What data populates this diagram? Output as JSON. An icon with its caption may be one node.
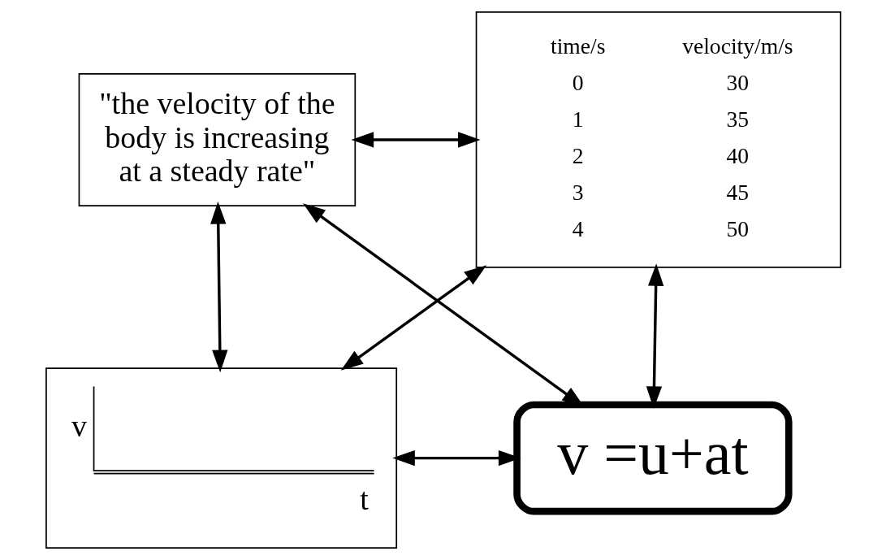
{
  "diagram": {
    "nodes": [
      {
        "text": [
          "\"the velocity of the body is increasing at a steady rate\""
        ]
      },
      {
        "text": [
          "time/s",
          "velocity/m/s",
          "0",
          "30",
          "1",
          "35",
          "2",
          "40",
          "3",
          "45",
          "4",
          "50"
        ]
      },
      {
        "text": [
          "v",
          "t"
        ]
      },
      {
        "text": [
          "v =u+at"
        ]
      }
    ],
    "edges": [
      {
        "from": 0,
        "to": 1,
        "arrow": "both"
      },
      {
        "from": 0,
        "to": 2,
        "arrow": "both"
      },
      {
        "from": 0,
        "to": 3,
        "arrow": "both"
      },
      {
        "from": 1,
        "to": 2,
        "arrow": "both"
      },
      {
        "from": 1,
        "to": 3,
        "arrow": "both"
      },
      {
        "from": 2,
        "to": 3,
        "arrow": "both"
      }
    ]
  }
}
